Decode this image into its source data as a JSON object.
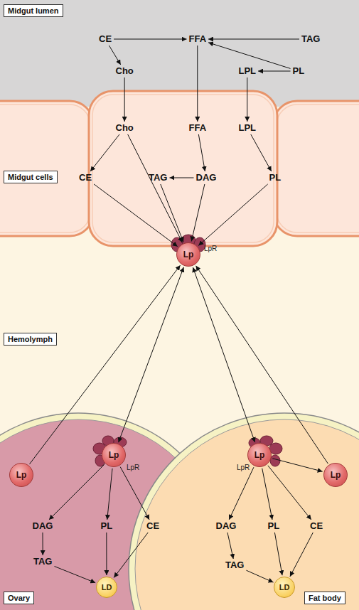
{
  "diagram": {
    "nodes": [
      {
        "text": [
          "Midgut lumen"
        ]
      },
      {
        "text": [
          "CE"
        ],
        "in": 0
      },
      {
        "text": [
          "FFA"
        ],
        "in": 0
      },
      {
        "text": [
          "TAG"
        ],
        "in": 0
      },
      {
        "text": [
          "Cho"
        ],
        "in": 0
      },
      {
        "text": [
          "LPL"
        ],
        "in": 0
      },
      {
        "text": [
          "PL"
        ],
        "in": 0
      },
      {
        "text": [
          "Midgut cells"
        ]
      },
      {
        "text": [
          "Cho"
        ],
        "in": 7
      },
      {
        "text": [
          "FFA"
        ],
        "in": 7
      },
      {
        "text": [
          "LPL"
        ],
        "in": 7
      },
      {
        "text": [
          "CE"
        ],
        "in": 7
      },
      {
        "text": [
          "TAG"
        ],
        "in": 7
      },
      {
        "text": [
          "DAG"
        ],
        "in": 7
      },
      {
        "text": [
          "PL"
        ],
        "in": 7
      },
      {
        "text": [
          "Hemolymph"
        ]
      },
      {
        "text": [
          "Lp"
        ],
        "in": 15
      },
      {
        "text": [
          "Ovary"
        ],
        "in": 15
      },
      {
        "text": [
          "Lp"
        ],
        "in": 17
      },
      {
        "text": [
          "Lp"
        ],
        "in": 17
      },
      {
        "text": [
          "DAG"
        ],
        "in": 17
      },
      {
        "text": [
          "PL"
        ],
        "in": 17
      },
      {
        "text": [
          "CE"
        ],
        "in": 17
      },
      {
        "text": [
          "TAG"
        ],
        "in": 17
      },
      {
        "text": [
          "LD"
        ],
        "in": 17
      },
      {
        "text": [
          "Fat body"
        ],
        "in": 15
      },
      {
        "text": [
          "Lp"
        ],
        "in": 25
      },
      {
        "text": [
          "Lp"
        ],
        "in": 25
      },
      {
        "text": [
          "DAG"
        ],
        "in": 25
      },
      {
        "text": [
          "PL"
        ],
        "in": 25
      },
      {
        "text": [
          "CE"
        ],
        "in": 25
      },
      {
        "text": [
          "TAG"
        ],
        "in": 25
      },
      {
        "text": [
          "LD"
        ],
        "in": 25
      }
    ],
    "edges": [
      {
        "from": 1,
        "to": 2,
        "arrow": "to"
      },
      {
        "from": 3,
        "to": 2,
        "arrow": "to"
      },
      {
        "from": 6,
        "to": 2,
        "arrow": "to"
      },
      {
        "from": 6,
        "to": 5,
        "arrow": "to"
      },
      {
        "from": 1,
        "to": 4,
        "arrow": "to"
      },
      {
        "from": 4,
        "to": 8,
        "arrow": "to"
      },
      {
        "from": 2,
        "to": 9,
        "arrow": "to"
      },
      {
        "from": 5,
        "to": 10,
        "arrow": "to"
      },
      {
        "from": 8,
        "to": 11,
        "arrow": "to"
      },
      {
        "from": 8,
        "to": 16,
        "arrow": "to"
      },
      {
        "from": 9,
        "to": 13,
        "arrow": "to"
      },
      {
        "from": 10,
        "to": 14,
        "arrow": "to"
      },
      {
        "from": 13,
        "to": 12,
        "arrow": "to"
      },
      {
        "from": 11,
        "to": 16,
        "arrow": "to"
      },
      {
        "from": 12,
        "to": 16,
        "arrow": "to"
      },
      {
        "from": 13,
        "to": 16,
        "arrow": "to"
      },
      {
        "from": 14,
        "to": 16,
        "arrow": "to"
      },
      {
        "from": 18,
        "to": 16,
        "arrow": "to"
      },
      {
        "from": 16,
        "to": 19,
        "arrow": "both"
      },
      {
        "from": 16,
        "to": 26,
        "arrow": "both"
      },
      {
        "from": 27,
        "to": 16,
        "arrow": "to"
      },
      {
        "from": 19,
        "to": 20,
        "arrow": "to"
      },
      {
        "from": 19,
        "to": 21,
        "arrow": "to"
      },
      {
        "from": 19,
        "to": 22,
        "arrow": "to"
      },
      {
        "from": 20,
        "to": 23,
        "arrow": "to"
      },
      {
        "from": 23,
        "to": 24,
        "arrow": "to"
      },
      {
        "from": 21,
        "to": 24,
        "arrow": "to"
      },
      {
        "from": 22,
        "to": 24,
        "arrow": "to"
      },
      {
        "from": 26,
        "to": 28,
        "arrow": "to"
      },
      {
        "from": 26,
        "to": 29,
        "arrow": "to"
      },
      {
        "from": 26,
        "to": 30,
        "arrow": "to"
      },
      {
        "from": 26,
        "to": 27,
        "arrow": "to"
      },
      {
        "from": 28,
        "to": 31,
        "arrow": "to"
      },
      {
        "from": 31,
        "to": 32,
        "arrow": "to"
      },
      {
        "from": 29,
        "to": 32,
        "arrow": "to"
      },
      {
        "from": 30,
        "to": 32,
        "arrow": "to"
      }
    ],
    "labels": [
      "LpR",
      "LpR",
      "LpR"
    ]
  }
}
